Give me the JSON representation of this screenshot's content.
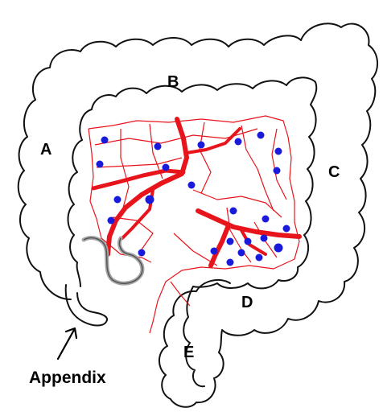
{
  "labels": {
    "ascending": "A",
    "transverse": "B",
    "descending": "C",
    "sigmoid": "D",
    "rectum": "E",
    "appendix": "Appendix"
  },
  "colors": {
    "outline": "#111111",
    "vessel": "#e8141c",
    "node": "#1a1adb",
    "appendix_shade": "#a8a8a8"
  },
  "icons": {
    "arrow": "arrow-up-right-icon"
  }
}
